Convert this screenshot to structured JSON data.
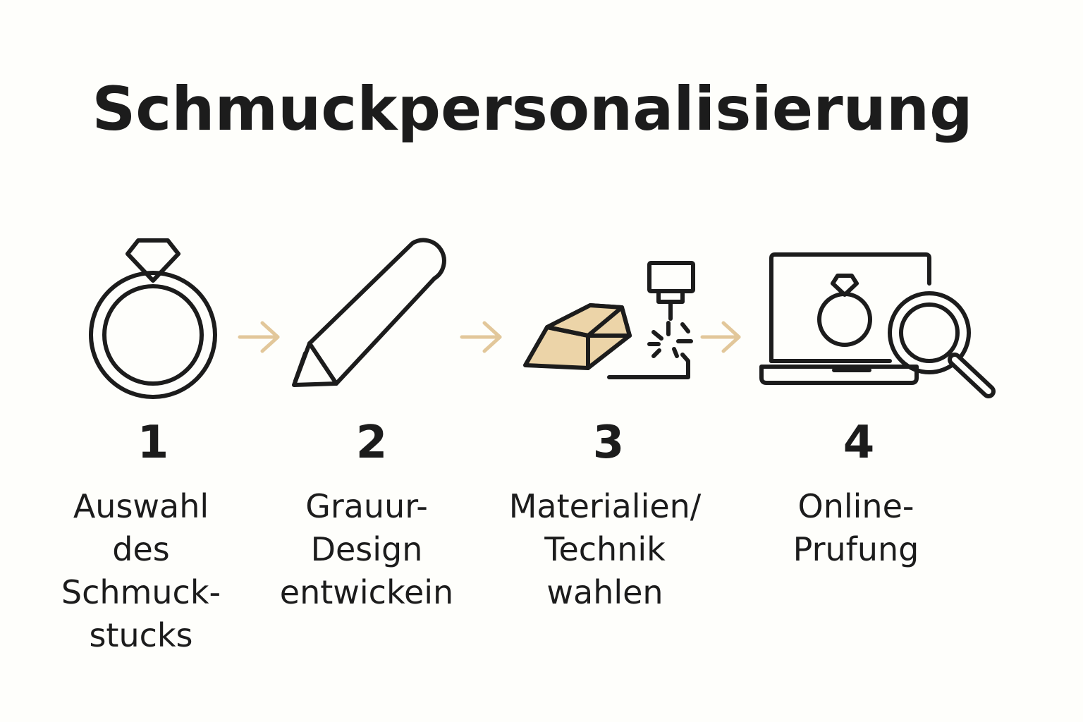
{
  "title": "Schmuckpersonalisierung",
  "accent_color": "#e2c79a",
  "material_fill": "#ecd4a8",
  "line_color": "#1c1c1c",
  "steps": [
    {
      "number": "1",
      "label": "Auswahl\ndes\nSchmuck-\nstucks",
      "icon": "ring-icon"
    },
    {
      "number": "2",
      "label": "Grauur-\nDesign\nentwickein",
      "icon": "pencil-icon"
    },
    {
      "number": "3",
      "label": "Materialien/\nTechnik\nwahlen",
      "icon": "engraving-icon"
    },
    {
      "number": "4",
      "label": "Online-\nPrufung",
      "icon": "laptop-magnifier-icon"
    }
  ]
}
